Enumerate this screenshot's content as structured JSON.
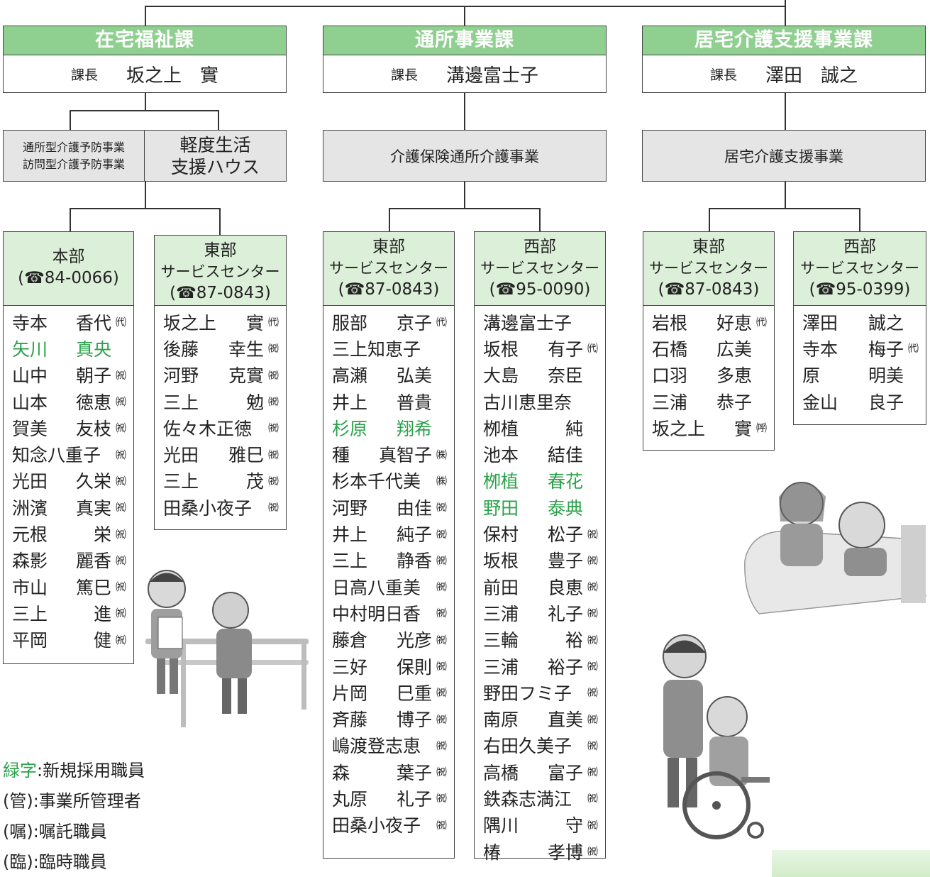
{
  "departments": {
    "zaitaku": {
      "title": "在宅福祉課",
      "role": "課長",
      "head": "坂之上　實"
    },
    "tsusho": {
      "title": "通所事業課",
      "role": "課長",
      "head": "溝邊富士子"
    },
    "kyotaku": {
      "title": "居宅介護支援事業課",
      "role": "課長",
      "head": "澤田　誠之"
    }
  },
  "programs": {
    "yobo_line1": "通所型介護予防事業",
    "yobo_line2": "訪問型介護予防事業",
    "keido_line1": "軽度生活",
    "keido_line2": "支援ハウス",
    "kaigo": "介護保険通所介護事業",
    "kyotaku": "居宅介護支援事業"
  },
  "centers": {
    "honbu": {
      "name": "本部",
      "sub": "",
      "phone": "(☎84-0066)",
      "staff": [
        {
          "family": "寺本",
          "given": "香代",
          "role": "㈹",
          "new": false
        },
        {
          "family": "矢川",
          "given": "真央",
          "role": "",
          "new": true
        },
        {
          "family": "山中",
          "given": "朝子",
          "role": "㈷",
          "new": false
        },
        {
          "family": "山本",
          "given": "徳恵",
          "role": "㈷",
          "new": false
        },
        {
          "family": "賀美",
          "given": "友枝",
          "role": "㈷",
          "new": false
        },
        {
          "family": "知念八重子",
          "given": "",
          "role": "㈷",
          "new": false
        },
        {
          "family": "光田",
          "given": "久栄",
          "role": "㈷",
          "new": false
        },
        {
          "family": "洲濱",
          "given": "真実",
          "role": "㈷",
          "new": false
        },
        {
          "family": "元根",
          "given": "栄",
          "role": "㈷",
          "new": false
        },
        {
          "family": "森影",
          "given": "麗香",
          "role": "㈷",
          "new": false
        },
        {
          "family": "市山",
          "given": "篤巳",
          "role": "㈷",
          "new": false
        },
        {
          "family": "三上",
          "given": "進",
          "role": "㈷",
          "new": false
        },
        {
          "family": "平岡",
          "given": "健",
          "role": "㈷",
          "new": false
        }
      ]
    },
    "zaitaku_east": {
      "name": "東部",
      "sub": "サービスセンター",
      "phone": "(☎87-0843)",
      "staff": [
        {
          "family": "坂之上",
          "given": "實",
          "role": "㈹",
          "new": false
        },
        {
          "family": "後藤",
          "given": "幸生",
          "role": "㈷",
          "new": false
        },
        {
          "family": "河野",
          "given": "克實",
          "role": "㈷",
          "new": false
        },
        {
          "family": "三上",
          "given": "勉",
          "role": "㈷",
          "new": false
        },
        {
          "family": "佐々木正徳",
          "given": "",
          "role": "㈷",
          "new": false
        },
        {
          "family": "光田",
          "given": "雅巳",
          "role": "㈷",
          "new": false
        },
        {
          "family": "三上",
          "given": "茂",
          "role": "㈷",
          "new": false
        },
        {
          "family": "田桑小夜子",
          "given": "",
          "role": "㈷",
          "new": false
        }
      ]
    },
    "tsusho_east": {
      "name": "東部",
      "sub": "サービスセンター",
      "phone": "(☎87-0843)",
      "staff": [
        {
          "family": "服部",
          "given": "京子",
          "role": "㈹",
          "new": false
        },
        {
          "family": "三上知恵子",
          "given": "",
          "role": "",
          "new": false
        },
        {
          "family": "高瀬",
          "given": "弘美",
          "role": "",
          "new": false
        },
        {
          "family": "井上",
          "given": "普貴",
          "role": "",
          "new": false
        },
        {
          "family": "杉原",
          "given": "翔希",
          "role": "",
          "new": true
        },
        {
          "family": "種",
          "given": "真智子",
          "role": "㈱",
          "new": false
        },
        {
          "family": "杉本千代美",
          "given": "",
          "role": "㈱",
          "new": false
        },
        {
          "family": "河野",
          "given": "由佳",
          "role": "㈷",
          "new": false
        },
        {
          "family": "井上",
          "given": "純子",
          "role": "㈷",
          "new": false
        },
        {
          "family": "三上",
          "given": "静香",
          "role": "㈷",
          "new": false
        },
        {
          "family": "日高八重美",
          "given": "",
          "role": "㈷",
          "new": false
        },
        {
          "family": "中村明日香",
          "given": "",
          "role": "㈷",
          "new": false
        },
        {
          "family": "藤倉",
          "given": "光彦",
          "role": "㈷",
          "new": false
        },
        {
          "family": "三好",
          "given": "保則",
          "role": "㈷",
          "new": false
        },
        {
          "family": "片岡",
          "given": "巳重",
          "role": "㈷",
          "new": false
        },
        {
          "family": "斉藤",
          "given": "博子",
          "role": "㈷",
          "new": false
        },
        {
          "family": "嶋渡登志恵",
          "given": "",
          "role": "㈷",
          "new": false
        },
        {
          "family": "森",
          "given": "葉子",
          "role": "㈷",
          "new": false
        },
        {
          "family": "丸原",
          "given": "礼子",
          "role": "㈷",
          "new": false
        },
        {
          "family": "田桑小夜子",
          "given": "",
          "role": "㈷",
          "new": false
        }
      ]
    },
    "tsusho_west": {
      "name": "西部",
      "sub": "サービスセンター",
      "phone": "(☎95-0090)",
      "staff": [
        {
          "family": "溝邊富士子",
          "given": "",
          "role": "",
          "new": false
        },
        {
          "family": "坂根",
          "given": "有子",
          "role": "㈹",
          "new": false
        },
        {
          "family": "大島",
          "given": "奈臣",
          "role": "",
          "new": false
        },
        {
          "family": "古川恵里奈",
          "given": "",
          "role": "",
          "new": false
        },
        {
          "family": "栁植",
          "given": "純",
          "role": "",
          "new": false
        },
        {
          "family": "池本",
          "given": "結佳",
          "role": "",
          "new": false
        },
        {
          "family": "栁植",
          "given": "春花",
          "role": "",
          "new": true
        },
        {
          "family": "野田",
          "given": "泰典",
          "role": "",
          "new": true
        },
        {
          "family": "保村",
          "given": "松子",
          "role": "㈷",
          "new": false
        },
        {
          "family": "坂根",
          "given": "豊子",
          "role": "㈷",
          "new": false
        },
        {
          "family": "前田",
          "given": "良恵",
          "role": "㈷",
          "new": false
        },
        {
          "family": "三浦",
          "given": "礼子",
          "role": "㈷",
          "new": false
        },
        {
          "family": "三輪",
          "given": "裕",
          "role": "㈷",
          "new": false
        },
        {
          "family": "三浦",
          "given": "裕子",
          "role": "㈷",
          "new": false
        },
        {
          "family": "野田フミ子",
          "given": "",
          "role": "㈷",
          "new": false
        },
        {
          "family": "南原",
          "given": "直美",
          "role": "㈷",
          "new": false
        },
        {
          "family": "右田久美子",
          "given": "",
          "role": "㈷",
          "new": false
        },
        {
          "family": "高橋",
          "given": "富子",
          "role": "㈷",
          "new": false
        },
        {
          "family": "鉄森志満江",
          "given": "",
          "role": "㈷",
          "new": false
        },
        {
          "family": "隅川",
          "given": "守",
          "role": "㈷",
          "new": false
        },
        {
          "family": "椿",
          "given": "孝博",
          "role": "㈷",
          "new": false
        }
      ]
    },
    "kyotaku_east": {
      "name": "東部",
      "sub": "サービスセンター",
      "phone": "(☎87-0843)",
      "staff": [
        {
          "family": "岩根",
          "given": "好恵",
          "role": "㈹",
          "new": false
        },
        {
          "family": "石橋",
          "given": "広美",
          "role": "",
          "new": false
        },
        {
          "family": "口羽",
          "given": "多恵",
          "role": "",
          "new": false
        },
        {
          "family": "三浦",
          "given": "恭子",
          "role": "",
          "new": false
        },
        {
          "family": "坂之上",
          "given": "實",
          "role": "㈺",
          "new": false
        }
      ]
    },
    "kyotaku_west": {
      "name": "西部",
      "sub": "サービスセンター",
      "phone": "(☎95-0399)",
      "staff": [
        {
          "family": "澤田",
          "given": "誠之",
          "role": "",
          "new": false
        },
        {
          "family": "寺本",
          "given": "梅子",
          "role": "㈹",
          "new": false
        },
        {
          "family": "原",
          "given": "明美",
          "role": "",
          "new": false
        },
        {
          "family": "金山",
          "given": "良子",
          "role": "",
          "new": false
        }
      ]
    }
  },
  "legend": {
    "green_key": "緑字",
    "green_desc": ":新規採用職員",
    "kan": "(管):事業所管理者",
    "shoku": "(嘱):嘱託職員",
    "rin": "(臨):臨時職員"
  },
  "colors": {
    "title_green": "#8fcf8f",
    "center_green": "#dcefd8",
    "new_staff_text": "#2aa24a",
    "program_gray": "#e5e5e5"
  }
}
